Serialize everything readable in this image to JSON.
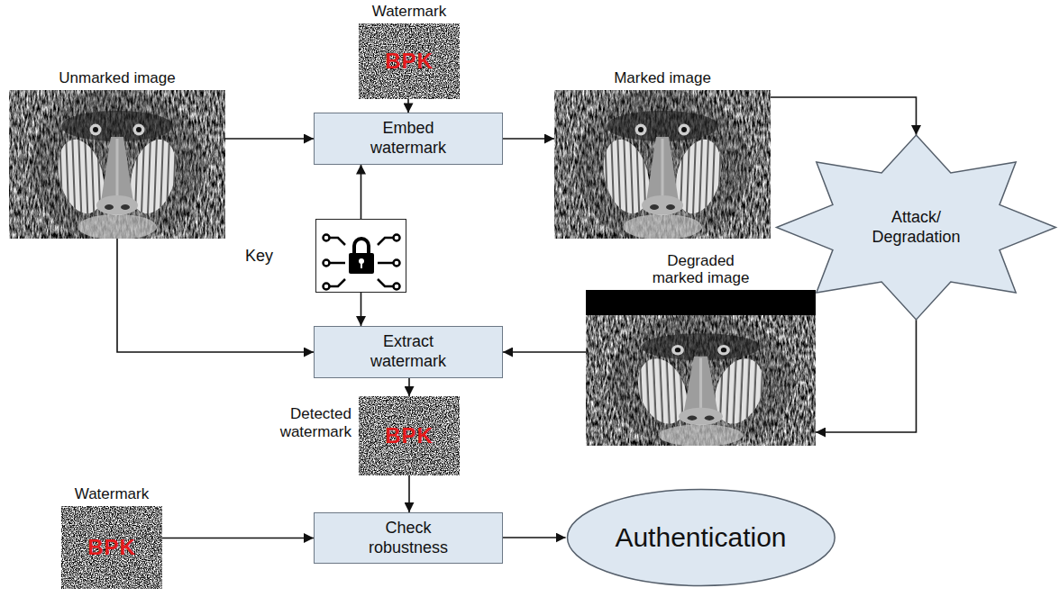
{
  "diagram": {
    "nodes": [
      {
        "text": [
          "Watermark",
          "BPK"
        ]
      },
      {
        "text": [
          "Unmarked image"
        ]
      },
      {
        "text": [
          "Embed watermark"
        ]
      },
      {
        "text": [
          "Marked image"
        ]
      },
      {
        "text": [
          "Key"
        ]
      },
      {
        "text": [
          "Attack/ Degradation"
        ]
      },
      {
        "text": [
          "Degraded marked image"
        ]
      },
      {
        "text": [
          "Extract watermark"
        ]
      },
      {
        "text": [
          "Detected watermark",
          "BPK"
        ]
      },
      {
        "text": [
          "Watermark",
          "BPK"
        ]
      },
      {
        "text": [
          "Check robustness"
        ]
      },
      {
        "text": [
          "Authentication"
        ]
      }
    ],
    "edges": [
      {
        "from": 0,
        "to": 2,
        "arrow": "to"
      },
      {
        "from": 1,
        "to": 2,
        "arrow": "to"
      },
      {
        "from": 2,
        "to": 3,
        "arrow": "to"
      },
      {
        "from": 4,
        "to": 2,
        "arrow": "to"
      },
      {
        "from": 4,
        "to": 7,
        "arrow": "to"
      },
      {
        "from": 3,
        "to": 5,
        "arrow": "to"
      },
      {
        "from": 5,
        "to": 6,
        "arrow": "to"
      },
      {
        "from": 6,
        "to": 7,
        "arrow": "to"
      },
      {
        "from": 1,
        "to": 7,
        "arrow": "to"
      },
      {
        "from": 7,
        "to": 8,
        "arrow": "to"
      },
      {
        "from": 8,
        "to": 10,
        "arrow": "to"
      },
      {
        "from": 9,
        "to": 10,
        "arrow": "to"
      },
      {
        "from": 10,
        "to": 11,
        "arrow": "to"
      }
    ]
  }
}
